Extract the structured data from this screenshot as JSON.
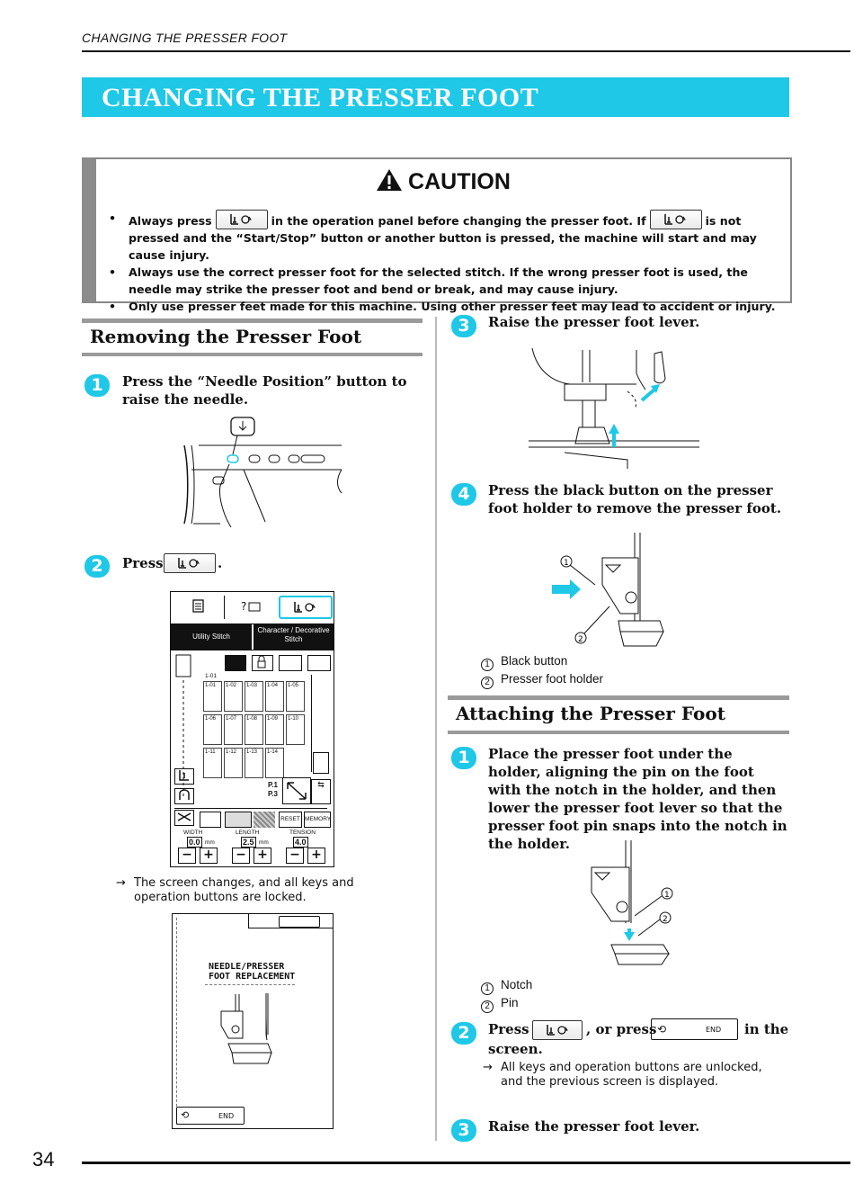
{
  "running_head": "CHANGING THE PRESSER FOOT",
  "title": "CHANGING THE PRESSER FOOT",
  "caution": {
    "heading": "CAUTION",
    "items": [
      {
        "parts": [
          "Always press",
          "in the operation panel before changing the presser foot. If",
          "is not pressed and the “Start/Stop” button or another button is pressed, the machine will start and may cause injury."
        ]
      },
      {
        "text": "Always use the correct presser foot for the selected stitch. If the wrong presser foot is used, the needle may strike the presser foot and bend or break, and may cause injury."
      },
      {
        "text": "Only use presser feet made for this machine. Using other presser feet may lead to accident or injury."
      }
    ]
  },
  "removing": {
    "heading": "Removing the Presser Foot",
    "step1": {
      "num": "1",
      "text": "Press the “Needle Position” button to raise the needle."
    },
    "step2": {
      "num": "2",
      "text": "Press",
      "after": "."
    },
    "panel": {
      "tab_utility": "Utility Stitch",
      "tab_character": "Character / Decorative Stitch",
      "stitches": [
        "1-01",
        "1-02",
        "1-03",
        "1-04",
        "1-05",
        "1-06",
        "1-07",
        "1-08",
        "1-09",
        "1-10",
        "1-11",
        "1-12",
        "1-13",
        "1-14"
      ],
      "page_label": "P.1",
      "page_total": "P.3",
      "group_label": "1-01",
      "reset": "RESET",
      "memory": "MEMORY",
      "width_label": "WIDTH",
      "width_value": "0.0",
      "length_label": "LENGTH",
      "length_value": "2.5",
      "tension_label": "TENSION",
      "tension_value": "4.0",
      "unit": "mm"
    },
    "note": "The screen changes, and all keys and operation buttons are locked.",
    "screen2": {
      "line1": "NEEDLE/PRESSER",
      "line2": "FOOT REPLACEMENT",
      "end": "END"
    }
  },
  "right": {
    "step3": {
      "num": "3",
      "text": "Raise the presser foot lever."
    },
    "step4": {
      "num": "4",
      "text": "Press the black button on the presser foot holder to remove the presser foot."
    },
    "legend1": [
      {
        "n": "1",
        "label": "Black button"
      },
      {
        "n": "2",
        "label": "Presser foot holder"
      }
    ],
    "attaching": {
      "heading": "Attaching the Presser Foot",
      "step1": {
        "num": "1",
        "text": "Place the presser foot under the holder, aligning the pin on the foot with the notch in the holder, and then lower the presser foot lever so that the presser foot pin snaps into the notch in the holder."
      },
      "legend2": [
        {
          "n": "1",
          "label": "Notch"
        },
        {
          "n": "2",
          "label": "Pin"
        }
      ],
      "step2": {
        "num": "2",
        "press": "Press",
        "or_press": ", or press",
        "in_the": "in the",
        "screen": "screen.",
        "end": "END"
      },
      "note": "All keys and operation buttons are unlocked, and the previous screen is displayed.",
      "step3": {
        "num": "3",
        "text": "Raise the presser foot lever."
      }
    }
  },
  "page_number": "34",
  "accent_color": "#1ec8e6"
}
